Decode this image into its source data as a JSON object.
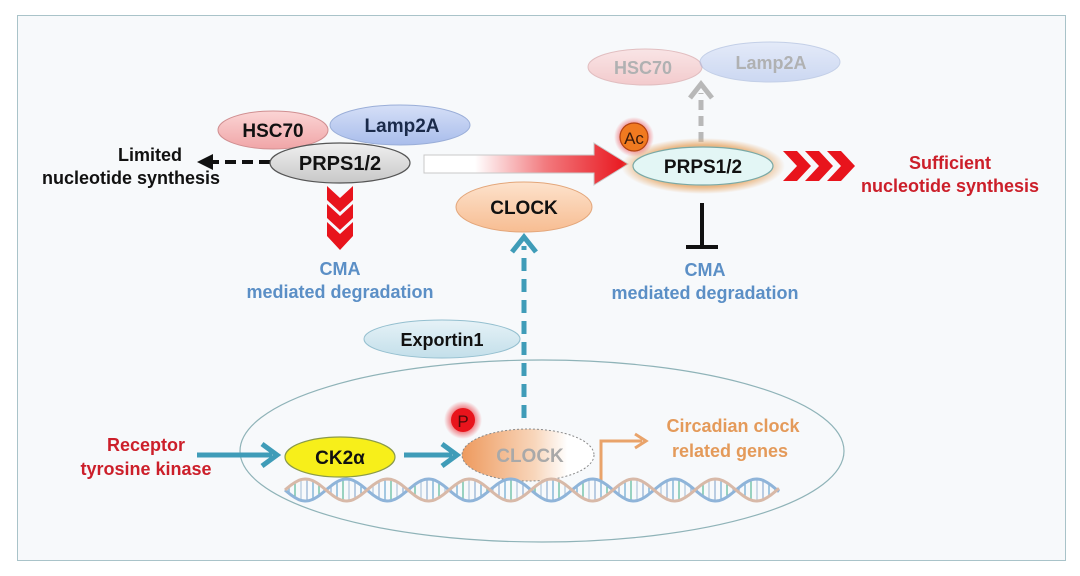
{
  "diagram": {
    "colors": {
      "red_text": "#cc1f2a",
      "blue_text": "#5b8fc6",
      "orange_text": "#e49a5a",
      "teal_arrow": "#3f9cb8",
      "grey_arrow": "#b8b8b8",
      "red_arrow": "#e8141c"
    },
    "left_complex": {
      "hsc70": "HSC70",
      "lamp2a": "Lamp2A",
      "prps": "PRPS1/2",
      "outcome_line1": "Limited",
      "outcome_line2": "nucleotide synthesis",
      "degradation_line1": "CMA",
      "degradation_line2": "mediated degradation"
    },
    "right_complex": {
      "hsc70": "HSC70",
      "lamp2a": "Lamp2A",
      "prps": "PRPS1/2",
      "acetyl_badge": "Ac",
      "outcome_line1": "Sufficient",
      "outcome_line2": "nucleotide synthesis",
      "degradation_line1": "CMA",
      "degradation_line2": "mediated degradation"
    },
    "cytoplasm": {
      "clock": "CLOCK",
      "exportin": "Exportin1"
    },
    "nucleus": {
      "input_line1": "Receptor",
      "input_line2": "tyrosine kinase",
      "ck2": "CK2α",
      "phospho_badge": "P",
      "clock": "CLOCK",
      "genes_line1": "Circadian clock",
      "genes_line2": "related genes"
    }
  }
}
